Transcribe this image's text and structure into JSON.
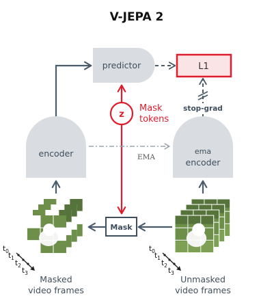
{
  "title": "V-JEPA 2",
  "predictor": {
    "label": "predictor"
  },
  "loss": {
    "label": "L1"
  },
  "stop_grad": {
    "label": "stop-grad"
  },
  "mask_tokens": {
    "symbol": "z",
    "label_line1": "Mask",
    "label_line2": "tokens"
  },
  "encoder": {
    "label": "encoder"
  },
  "ema_encoder": {
    "label_line1": "ema",
    "label_line2": "encoder"
  },
  "ema_link": {
    "label": "EMA"
  },
  "mask_box": {
    "label": "Mask"
  },
  "masked_frames": {
    "caption_line1": "Masked",
    "caption_line2": "video frames",
    "time_labels": [
      "t",
      "t",
      "t",
      "t"
    ],
    "time_subscripts": [
      "0",
      "1",
      "2",
      "3"
    ]
  },
  "unmasked_frames": {
    "caption_line1": "Unmasked",
    "caption_line2": "video frames",
    "time_labels": [
      "t",
      "t",
      "t",
      "t"
    ],
    "time_subscripts": [
      "0",
      "1",
      "2",
      "3"
    ]
  },
  "colors": {
    "block_fill": "#d9dde2",
    "arrow": "#4a5b6a",
    "accent_red": "#e01b2b",
    "loss_fill": "#fbe4e6",
    "grass": "#6d8f4a",
    "grass_dark": "#4e6b34"
  }
}
